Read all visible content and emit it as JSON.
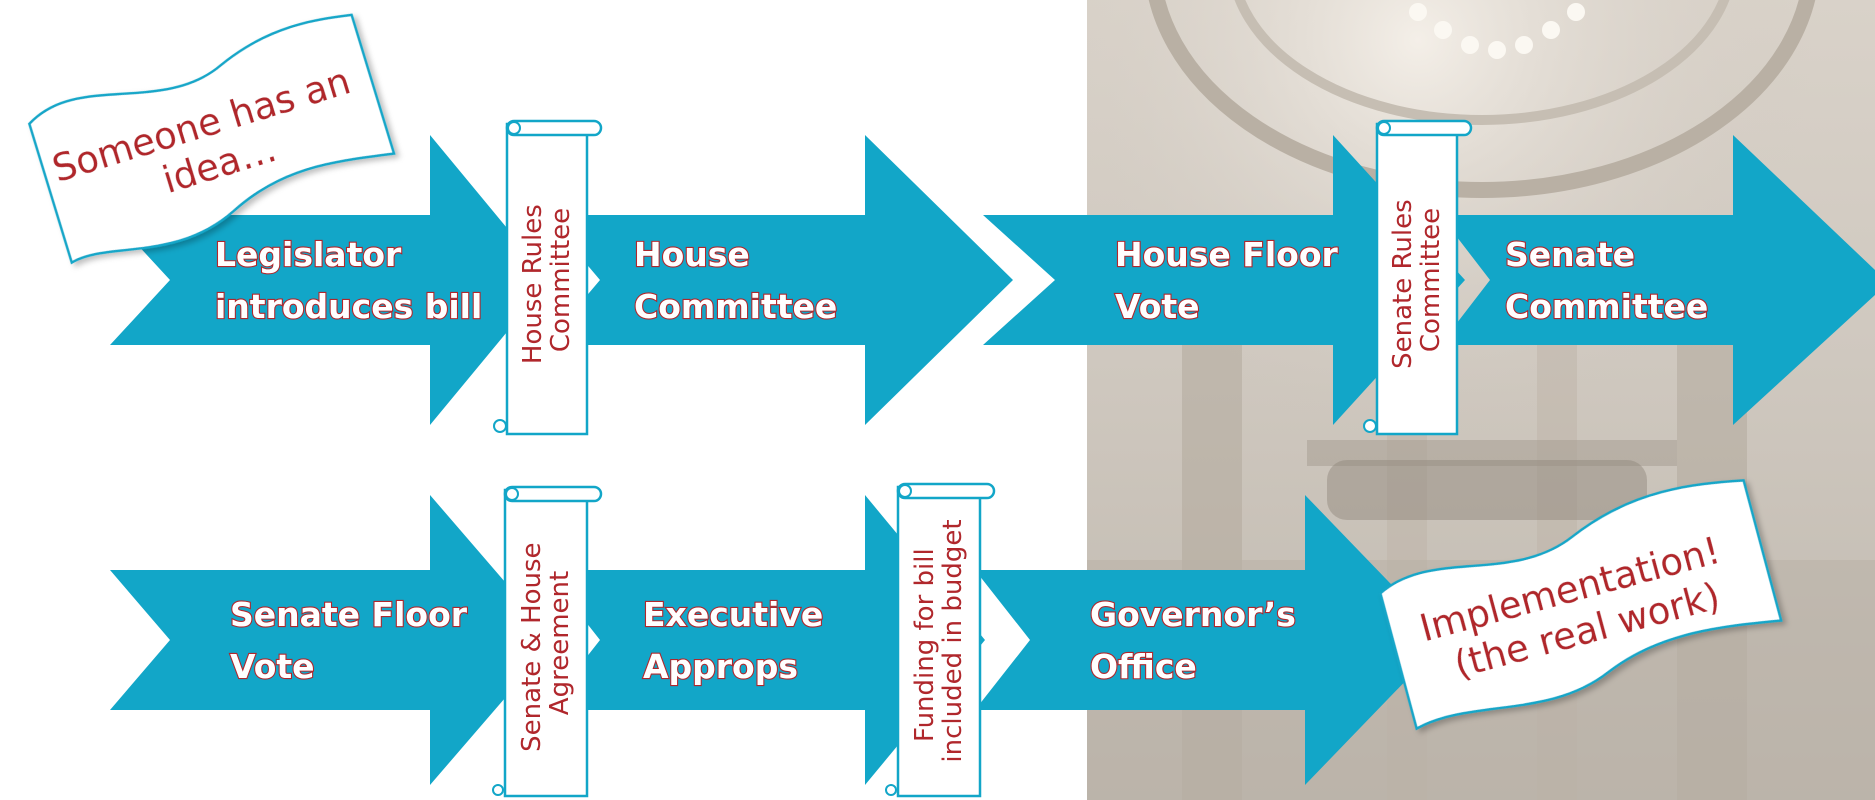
{
  "colors": {
    "arrow": "#12a6c8",
    "label_text": "#ffffff",
    "label_shadow": "#b0272c",
    "scroll_text": "#b0272c",
    "scroll_outline": "#12a6c8",
    "flag_text": "#b0272c"
  },
  "flags": {
    "idea": {
      "lines": [
        "Someone has an",
        "idea…"
      ]
    },
    "implementation": {
      "lines": [
        "Implementation!",
        "(the real work)"
      ]
    }
  },
  "steps": {
    "legislator": {
      "lines": [
        "Legislator",
        "introduces bill"
      ]
    },
    "house_committee": {
      "lines": [
        "House",
        "Committee"
      ]
    },
    "house_floor_vote": {
      "lines": [
        "House Floor",
        "Vote"
      ]
    },
    "senate_committee": {
      "lines": [
        "Senate",
        "Committee"
      ]
    },
    "senate_floor_vote": {
      "lines": [
        "Senate Floor",
        "Vote"
      ]
    },
    "executive_approps": {
      "lines": [
        "Executive",
        "Approps"
      ]
    },
    "governors_office": {
      "lines": [
        "Governor’s",
        "Office"
      ]
    }
  },
  "gates": {
    "house_rules": {
      "lines": [
        "House Rules",
        "Committee"
      ]
    },
    "senate_rules": {
      "lines": [
        "Senate Rules",
        "Committee"
      ]
    },
    "senate_house_agreement": {
      "lines": [
        "Senate & House",
        "Agreement"
      ]
    },
    "funding": {
      "lines": [
        "Funding for bill",
        "included in budget"
      ]
    }
  }
}
